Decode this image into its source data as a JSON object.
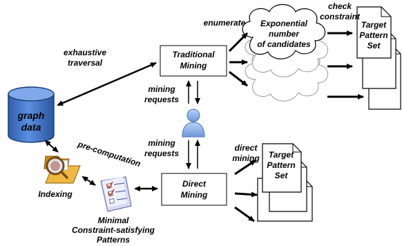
{
  "nodes": {
    "database": {
      "line1": "graph",
      "line2": "data"
    },
    "traditional_mining": {
      "line1": "Traditional",
      "line2": "Mining"
    },
    "direct_mining": {
      "line1": "Direct",
      "line2": "Mining"
    },
    "cloud": {
      "line1": "Exponential",
      "line2": "number",
      "line3": "of candidates"
    },
    "target_set_top": {
      "line1": "Target",
      "line2": "Pattern",
      "line3": "Set"
    },
    "target_set_bottom": {
      "line1": "Target",
      "line2": "Pattern",
      "line3": "Set"
    },
    "indexing": "Indexing",
    "minimal_patterns": {
      "line1": "Minimal",
      "line2": "Constraint-satisfying",
      "line3": "Patterns"
    }
  },
  "edge_labels": {
    "exhaustive": {
      "line1": "exhaustive",
      "line2": "traversal"
    },
    "enumerate": "enumerate",
    "check": {
      "line1": "check",
      "line2": "constraint"
    },
    "mining_requests_top": {
      "line1": "mining",
      "line2": "requests"
    },
    "mining_requests_bottom": {
      "line1": "mining",
      "line2": "requests"
    },
    "direct": {
      "line1": "direct",
      "line2": "mining"
    },
    "precomputation": "pre-computation"
  },
  "colors": {
    "database_fill": "#3f73c4",
    "user_fill": "#8fb3e6",
    "folder_fill": "#e7a92b",
    "stroke": "#000000"
  }
}
